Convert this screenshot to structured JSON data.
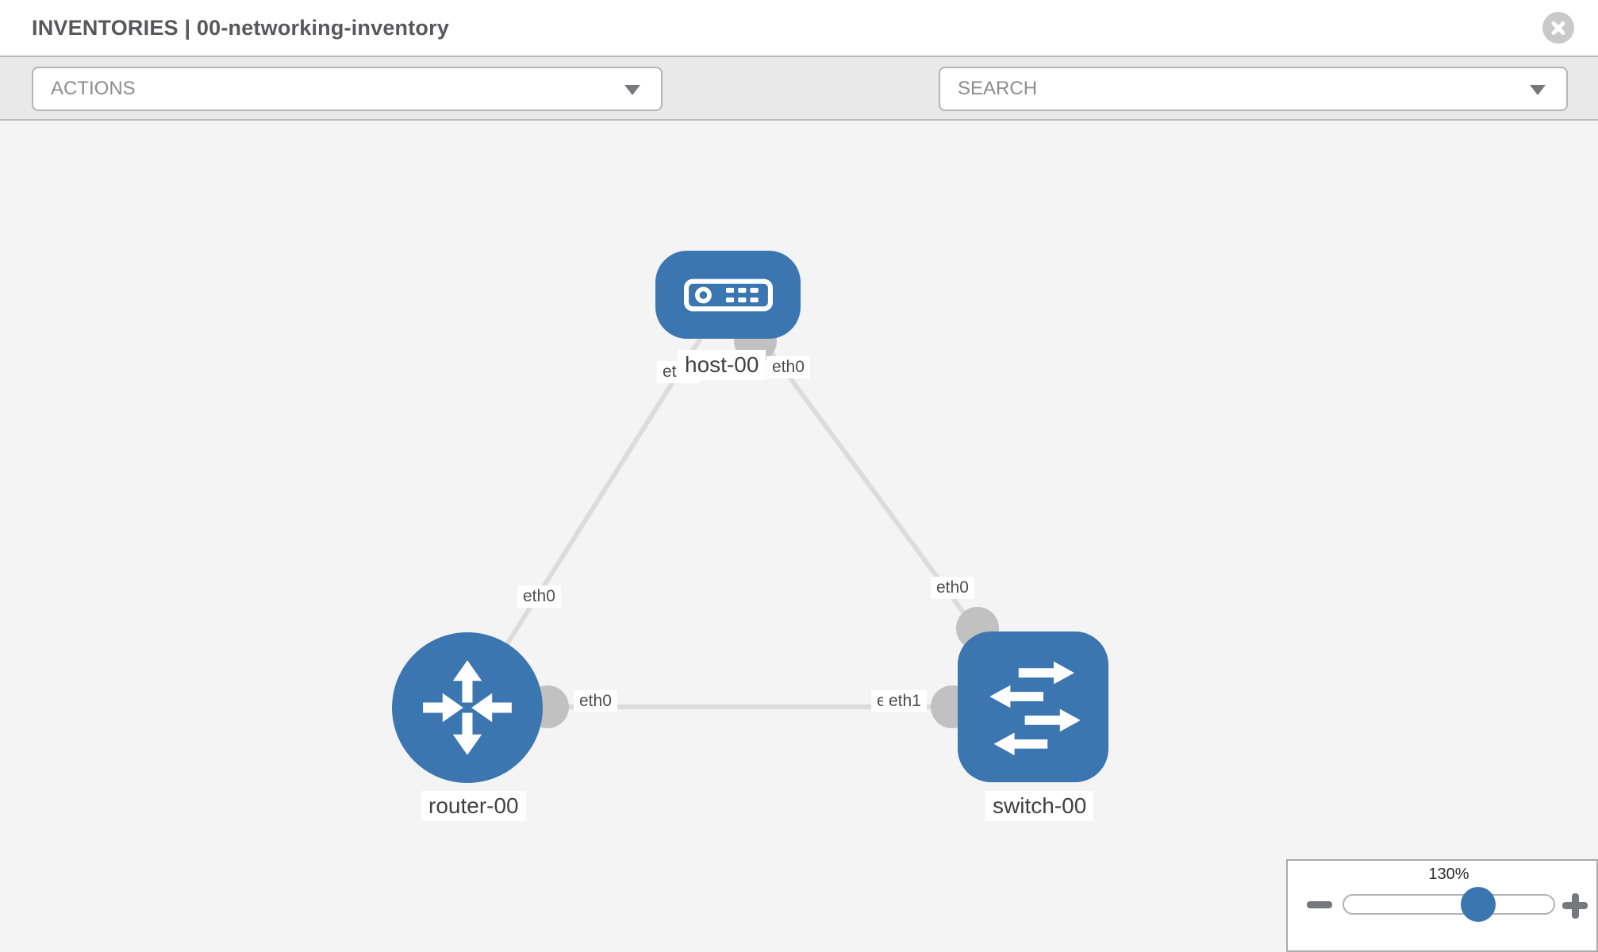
{
  "header": {
    "title": "INVENTORIES | 00-networking-inventory",
    "close_icon": "circle-x"
  },
  "toolbar": {
    "actions_label": "ACTIONS",
    "search_label": "SEARCH",
    "icons": {
      "left_tool": "wrench",
      "right_tool": "key",
      "dropdown_caret": "caret-down"
    }
  },
  "colors": {
    "node_blue": "#3c76b0",
    "link_gray": "#dcdcdc",
    "interface_gray": "#c1c1c1",
    "canvas_bg": "#f4f4f4",
    "toolbar_bg": "#e9e9e9"
  },
  "topology": {
    "nodes": [
      {
        "id": "host-00",
        "type": "host",
        "label": "host-00"
      },
      {
        "id": "router-00",
        "type": "router",
        "label": "router-00"
      },
      {
        "id": "switch-00",
        "type": "switch",
        "label": "switch-00"
      }
    ],
    "links": [
      {
        "from": "host-00",
        "from_iface": "eth0",
        "to": "router-00",
        "to_iface": "eth0"
      },
      {
        "from": "host-00",
        "from_iface": "eth0",
        "to": "switch-00",
        "to_iface": "eth0"
      },
      {
        "from": "router-00",
        "from_iface": "eth0",
        "to": "switch-00",
        "to_iface": "eth1"
      }
    ],
    "interface_labels": [
      {
        "text": "eth0",
        "node": "host-00",
        "position": "below-left"
      },
      {
        "text": "eth0",
        "node": "host-00",
        "position": "below-right"
      },
      {
        "text": "eth0",
        "node": "router-00",
        "position": "on-link-to-host"
      },
      {
        "text": "eth0",
        "node": "router-00",
        "position": "on-link-to-switch"
      },
      {
        "text": "eth0",
        "node": "switch-00",
        "position": "on-link-to-host"
      },
      {
        "text": "eth0",
        "node": "switch-00",
        "position": "on-link-to-router-under"
      },
      {
        "text": "eth1",
        "node": "switch-00",
        "position": "on-link-to-router"
      }
    ]
  },
  "zoom": {
    "value_label": "130%",
    "percent": 130,
    "out_icon": "minus",
    "in_icon": "plus"
  }
}
